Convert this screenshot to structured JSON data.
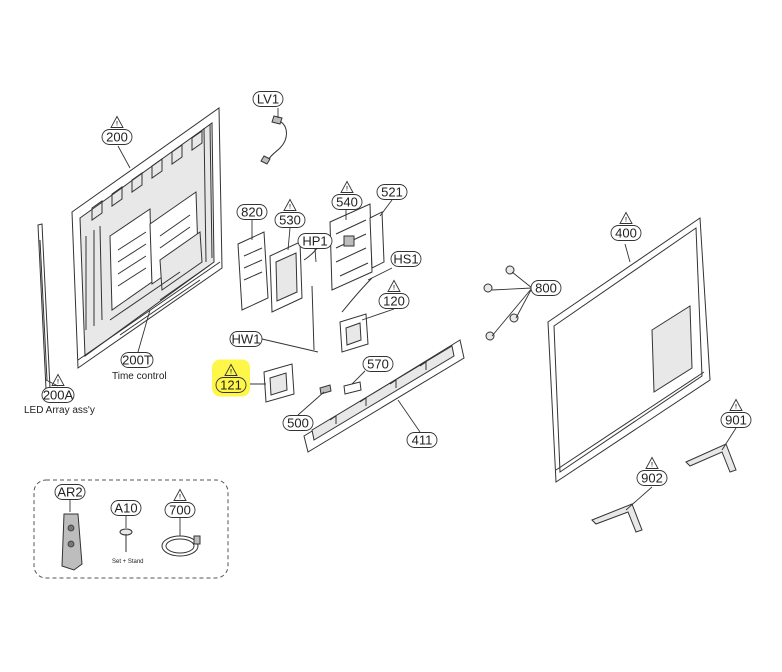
{
  "callouts": [
    {
      "id": "lv1",
      "label": "LV1",
      "warn": false
    },
    {
      "id": "200",
      "label": "200",
      "warn": true
    },
    {
      "id": "820",
      "label": "820",
      "warn": false
    },
    {
      "id": "530",
      "label": "530",
      "warn": true
    },
    {
      "id": "540",
      "label": "540",
      "warn": true
    },
    {
      "id": "521",
      "label": "521",
      "warn": false
    },
    {
      "id": "hp1",
      "label": "HP1",
      "warn": false
    },
    {
      "id": "hs1",
      "label": "HS1",
      "warn": false
    },
    {
      "id": "120",
      "label": "120",
      "warn": true
    },
    {
      "id": "hw1",
      "label": "HW1",
      "warn": false
    },
    {
      "id": "121",
      "label": "121",
      "warn": true,
      "highlight": true
    },
    {
      "id": "570",
      "label": "570",
      "warn": false
    },
    {
      "id": "500",
      "label": "500",
      "warn": false
    },
    {
      "id": "411",
      "label": "411",
      "warn": false
    },
    {
      "id": "400",
      "label": "400",
      "warn": true
    },
    {
      "id": "800",
      "label": "800",
      "warn": false
    },
    {
      "id": "901",
      "label": "901",
      "warn": true
    },
    {
      "id": "902",
      "label": "902",
      "warn": true
    },
    {
      "id": "200t",
      "label": "200T",
      "warn": false
    },
    {
      "id": "200a",
      "label": "200A",
      "warn": true
    },
    {
      "id": "ar2",
      "label": "AR2",
      "warn": false
    },
    {
      "id": "a10",
      "label": "A10",
      "warn": false
    },
    {
      "id": "700",
      "label": "700",
      "warn": true
    }
  ],
  "captions": {
    "time_control": "Time control",
    "led_array": "LED Array ass'y",
    "set_stand": "Set + Stand"
  },
  "warning_glyph": "!",
  "colors": {
    "highlight": "#fff64a",
    "line": "#333333"
  }
}
